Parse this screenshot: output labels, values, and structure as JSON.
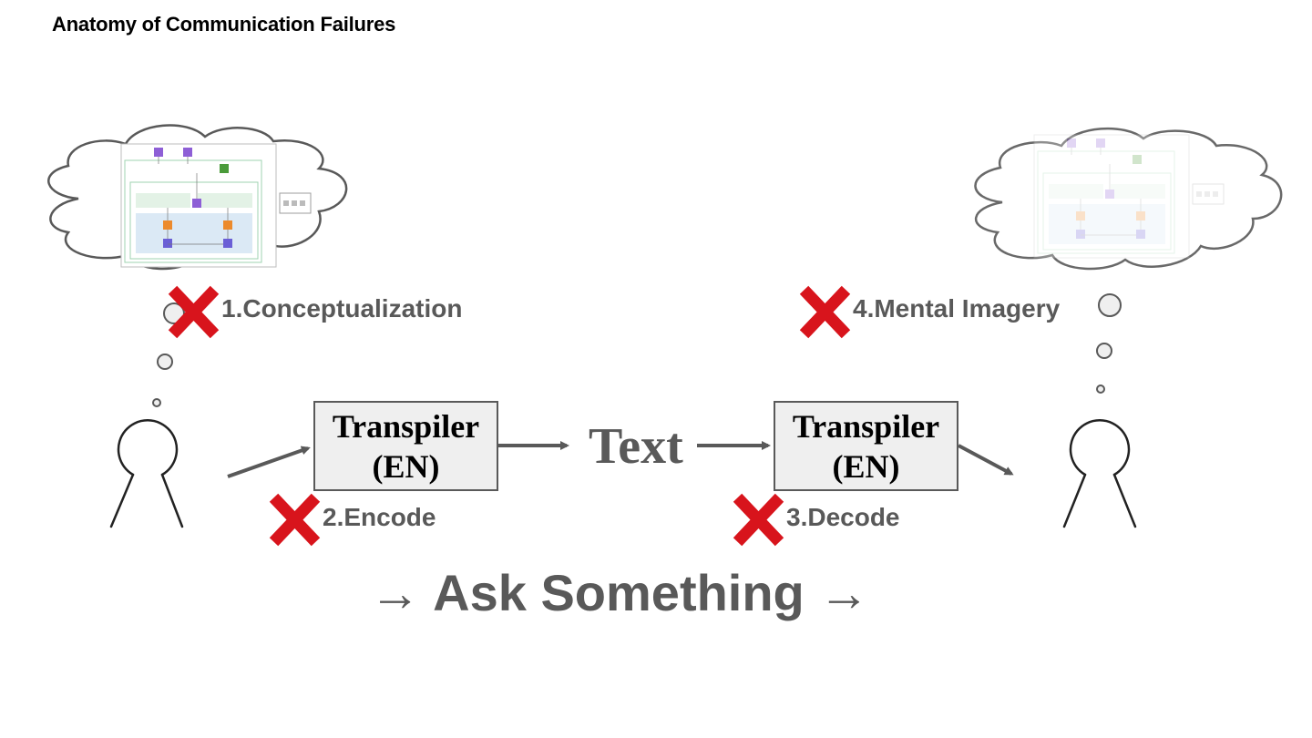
{
  "title": "Anatomy of Communication Failures",
  "boxes": {
    "left": {
      "line1": "Transpiler",
      "line2": "(EN)"
    },
    "right": {
      "line1": "Transpiler",
      "line2": "(EN)"
    }
  },
  "middle_text": "Text",
  "failures": [
    {
      "label": "1.Conceptualization"
    },
    {
      "label": "2.Encode"
    },
    {
      "label": "3.Decode"
    },
    {
      "label": "4.Mental Imagery"
    }
  ],
  "ask_label": "→ Ask Something →",
  "colors": {
    "fail_red": "#d8141c",
    "text_gray": "#595959",
    "box_fill": "#efefef"
  },
  "icons": [
    "person-icon",
    "thought-cloud-icon",
    "architecture-diagram-icon",
    "red-x-icon"
  ]
}
